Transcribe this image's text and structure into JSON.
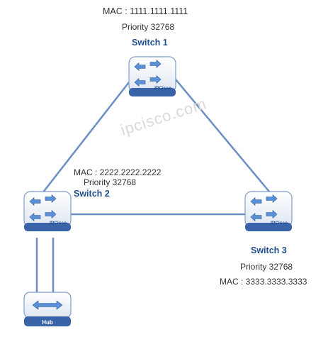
{
  "switches": [
    {
      "name": "Switch 1",
      "mac": "MAC : 1111.1111.1111",
      "priority": "Priority 32768",
      "badge": "IPCisco"
    },
    {
      "name": "Switch 2",
      "mac": "MAC : 2222.2222.2222",
      "priority": "Priority 32768",
      "badge": "IPCisco"
    },
    {
      "name": "Switch 3",
      "mac": "MAC : 3333.3333.3333",
      "priority": "Priority 32768",
      "badge": "IPCisco"
    }
  ],
  "hub": {
    "name": "Hub"
  },
  "watermark": "ipcisco.com",
  "colors": {
    "device_fill": "#e9eef6",
    "device_base": "#3b63a8",
    "link": "#6c8ec2",
    "arrow": "#5b8fd6",
    "name_text": "#1f4e8c"
  },
  "icons": {
    "switch": "switch-icon",
    "hub": "hub-icon"
  }
}
